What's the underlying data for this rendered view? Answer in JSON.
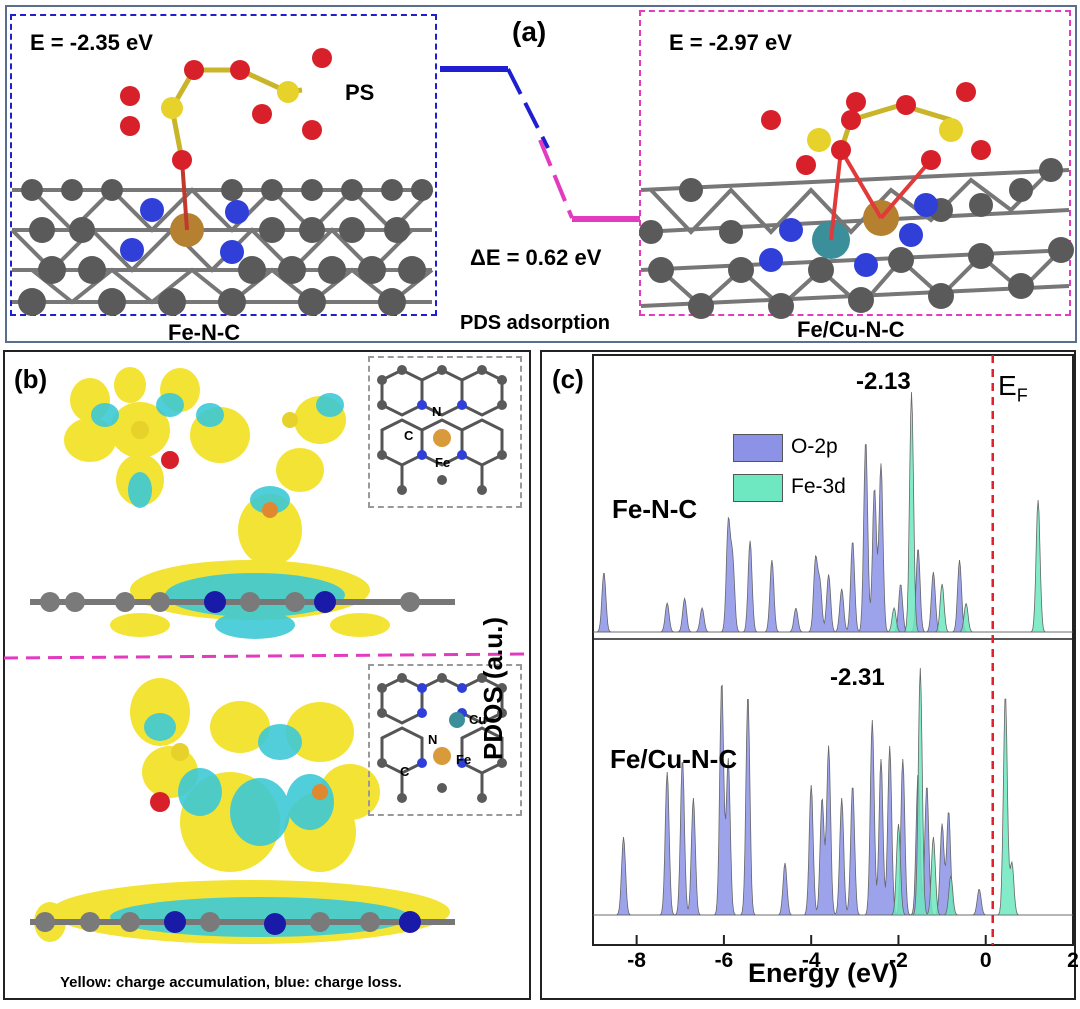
{
  "panel_a": {
    "label": "(a)",
    "left_energy": "E = -2.35 eV",
    "right_energy": "E = -2.97 eV",
    "ps_label": "PS",
    "delta_e": "ΔE = 0.62 eV",
    "caption": "PDS adsorption",
    "left_name": "Fe-N-C",
    "right_name": "Fe/Cu-N-C",
    "colors": {
      "left": "#1f1fd1",
      "right": "#e23bc0"
    }
  },
  "panel_b": {
    "label": "(b)",
    "inset1": {
      "n": "N",
      "c": "C",
      "fe": "Fe"
    },
    "inset2": {
      "cu": "Cu",
      "n": "N",
      "fe": "Fe",
      "c": "C"
    },
    "caption": "Yellow: charge accumulation, blue: charge loss.",
    "colors": {
      "accumulation": "#f2e11f",
      "loss": "#3ec9d6",
      "divider": "#e23bc0"
    }
  },
  "panel_c": {
    "label": "(c)",
    "ylabel": "PDOS (a.u.)",
    "xlabel": "Energy (eV)",
    "ef_label": "E",
    "ef_sub": "F",
    "top_name": "Fe-N-C",
    "bottom_name": "Fe/Cu-N-C",
    "top_center": "-2.13",
    "bottom_center": "-2.31",
    "legend": [
      "O-2p",
      "Fe-3d"
    ],
    "xticks": [
      "-8",
      "-6",
      "-4",
      "-2",
      "0",
      "2"
    ],
    "colors": {
      "o2p": "#8c93e6",
      "fe3d": "#6ee8c0",
      "ef_line": "#e0202a"
    }
  },
  "chart_data": {
    "type": "area",
    "xlabel": "Energy (eV)",
    "ylabel": "PDOS (a.u.)",
    "xlim": [
      -9,
      2
    ],
    "fermi_level": 0,
    "panels": [
      {
        "name": "Fe-N-C",
        "d_band_center": -2.13,
        "series": [
          {
            "name": "O-2p",
            "peaks": [
              [
                -8.75,
                0.25
              ],
              [
                -7.3,
                0.12
              ],
              [
                -6.9,
                0.14
              ],
              [
                -6.5,
                0.1
              ],
              [
                -5.9,
                0.45
              ],
              [
                -5.8,
                0.3
              ],
              [
                -5.4,
                0.38
              ],
              [
                -4.9,
                0.3
              ],
              [
                -4.35,
                0.1
              ],
              [
                -3.9,
                0.3
              ],
              [
                -3.8,
                0.2
              ],
              [
                -3.6,
                0.24
              ],
              [
                -3.3,
                0.18
              ],
              [
                -3.05,
                0.38
              ],
              [
                -2.75,
                0.8
              ],
              [
                -2.55,
                0.6
              ],
              [
                -2.4,
                0.7
              ],
              [
                -1.95,
                0.2
              ],
              [
                -1.55,
                0.35
              ],
              [
                -1.2,
                0.25
              ],
              [
                -0.6,
                0.3
              ]
            ]
          },
          {
            "name": "Fe-3d",
            "peaks": [
              [
                -2.1,
                0.1
              ],
              [
                -1.7,
                1.0
              ],
              [
                -1.0,
                0.2
              ],
              [
                -0.45,
                0.12
              ],
              [
                1.2,
                0.55
              ]
            ]
          }
        ]
      },
      {
        "name": "Fe/Cu-N-C",
        "d_band_center": -2.31,
        "series": [
          {
            "name": "O-2p",
            "peaks": [
              [
                -8.3,
                0.3
              ],
              [
                -7.3,
                0.55
              ],
              [
                -6.95,
                0.6
              ],
              [
                -6.7,
                0.45
              ],
              [
                -6.05,
                0.9
              ],
              [
                -5.9,
                0.6
              ],
              [
                -5.45,
                0.85
              ],
              [
                -4.6,
                0.2
              ],
              [
                -4.0,
                0.5
              ],
              [
                -3.75,
                0.45
              ],
              [
                -3.6,
                0.65
              ],
              [
                -3.3,
                0.45
              ],
              [
                -3.05,
                0.5
              ],
              [
                -2.6,
                0.75
              ],
              [
                -2.4,
                0.6
              ],
              [
                -2.2,
                0.65
              ],
              [
                -1.9,
                0.6
              ],
              [
                -1.55,
                0.55
              ],
              [
                -1.35,
                0.5
              ],
              [
                -1.0,
                0.35
              ],
              [
                -0.85,
                0.4
              ],
              [
                -0.15,
                0.1
              ]
            ]
          },
          {
            "name": "Fe-3d",
            "peaks": [
              [
                -2.0,
                0.35
              ],
              [
                -1.5,
                0.95
              ],
              [
                -1.2,
                0.3
              ],
              [
                -0.8,
                0.15
              ],
              [
                0.45,
                0.85
              ],
              [
                0.6,
                0.2
              ]
            ]
          }
        ]
      }
    ]
  }
}
